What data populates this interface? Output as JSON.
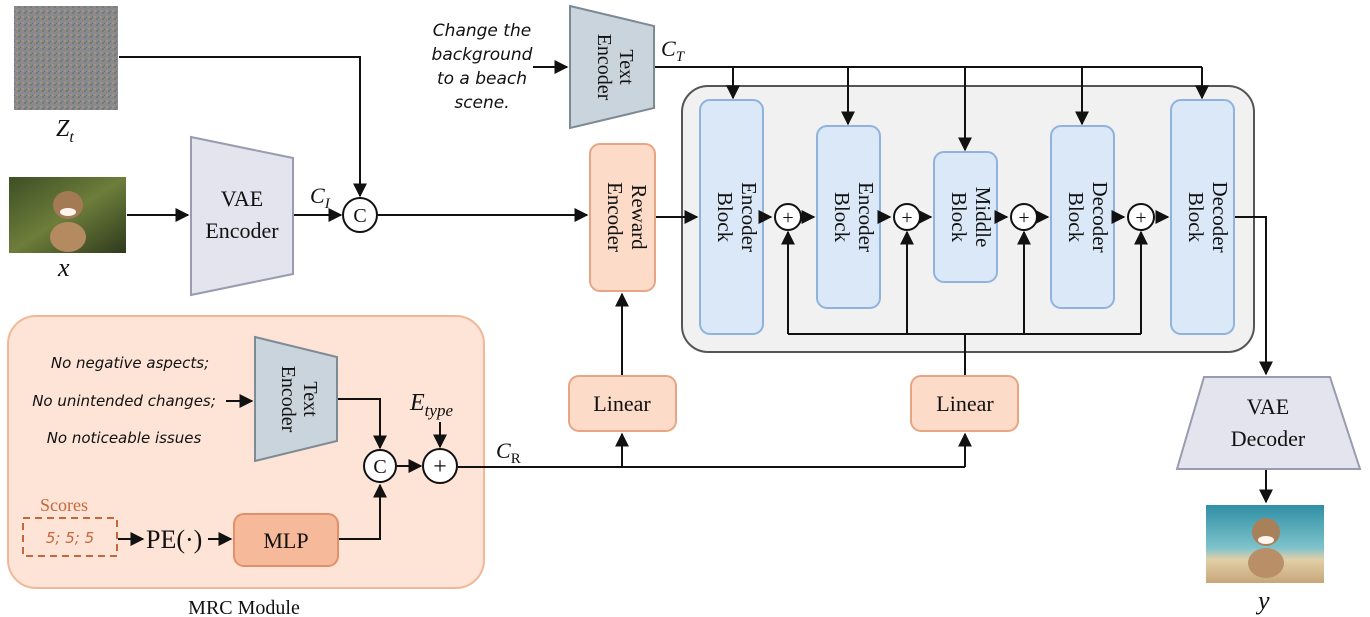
{
  "inputs": {
    "noise_label": "Z",
    "noise_sub": "t",
    "source_label": "x",
    "output_label": "y"
  },
  "vae_encoder": {
    "line1": "VAE",
    "line2": "Encoder",
    "cond_label": "C",
    "cond_sub": "I"
  },
  "vae_decoder": {
    "line1": "VAE",
    "line2": "Decoder"
  },
  "concat_symbol": "C",
  "plus_symbol": "+",
  "text_encoder_top": {
    "line1": "Text",
    "line2": "Encoder",
    "instruction_lines": [
      "Change the",
      "background",
      "to a beach",
      "scene."
    ],
    "cond_label": "C",
    "cond_sub": "T"
  },
  "reward_encoder": {
    "line1": "Reward",
    "line2": "Encoder"
  },
  "unet_blocks": [
    {
      "line1": "Encoder",
      "line2": "Block"
    },
    {
      "line1": "Encoder",
      "line2": "Block"
    },
    {
      "line1": "Middle",
      "line2": "Block"
    },
    {
      "line1": "Decoder",
      "line2": "Block"
    },
    {
      "line1": "Decoder",
      "line2": "Block"
    }
  ],
  "linear_label": "Linear",
  "mrc": {
    "title": "MRC Module",
    "reward_texts": [
      "No negative aspects;",
      "No unintended changes;",
      "No noticeable issues"
    ],
    "text_encoder": {
      "line1": "Text",
      "line2": "Encoder"
    },
    "scores_label": "Scores",
    "scores_value": "5; 5; 5",
    "pe_label": "PE(·)",
    "mlp_label": "MLP",
    "etype_label": "E",
    "etype_sub": "type",
    "cr_label": "C",
    "cr_sub": "R"
  },
  "colors": {
    "block_blue": "#dbe8f7",
    "block_blue_stroke": "#8fb3dd",
    "orange_fill": "#fcdcc8",
    "orange_stroke": "#e8a584",
    "mrc_bg": "#fde4d6",
    "mlp_fill": "#f6b99a",
    "gray_trap": "#e4e4ee",
    "gray_trap_stroke": "#9a9ab0",
    "text_enc_fill": "#c9d4dc",
    "text_enc_stroke": "#7c8a96",
    "unet_bg": "#f1f1f1",
    "scores_color": "#c5673a"
  }
}
